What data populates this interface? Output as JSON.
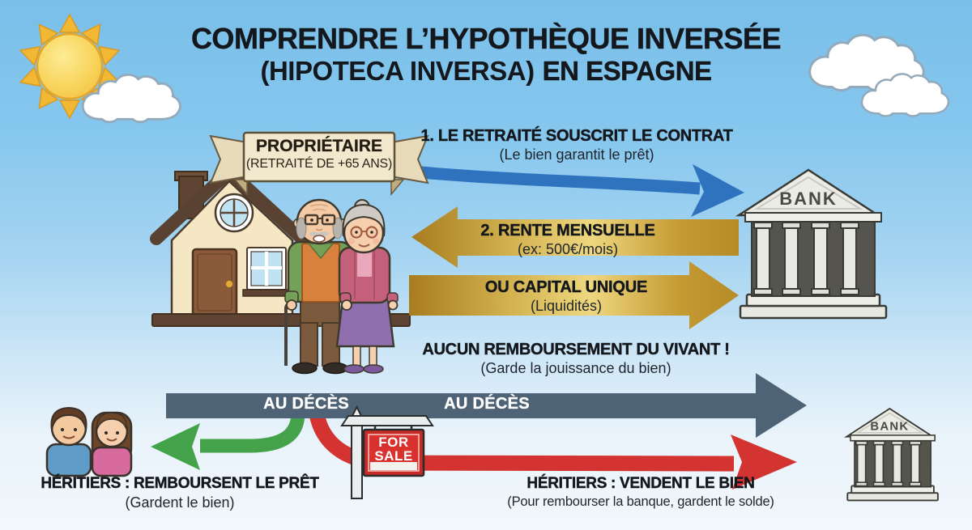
{
  "title": {
    "line1": "COMPRENDRE L’HYPOTHÈQUE INVERSÉE",
    "line2_regular": "(HIPOTECA INVERSA)",
    "line2_bold": "EN ESPAGNE"
  },
  "owner_banner": {
    "title": "PROPRIÉTAIRE",
    "subtitle": "(RETRAITÉ DE +65 ANS)"
  },
  "flow": {
    "step1": {
      "title": "1. LE RETRAITÉ SOUSCRIT LE CONTRAT",
      "subtitle": "(Le bien garantit le prêt)"
    },
    "step2": {
      "title": "2. RENTE MENSUELLE",
      "subtitle": "(ex: 500€/mois)"
    },
    "step2b": {
      "title": "OU CAPITAL UNIQUE",
      "subtitle": "(Liquidités)"
    },
    "step3": {
      "title": "AUCUN REMBOURSEMENT DU VIVANT !",
      "subtitle": "(Garde la jouissance du bien)"
    },
    "death_label_left": "AU DÉCÈS",
    "death_label_right": "AU DÉCÈS"
  },
  "outcomes": {
    "repay": {
      "title": "HÉRITIERS : REMBOURSENT LE PRÊT",
      "subtitle": "(Gardent le bien)"
    },
    "sell": {
      "title": "HÉRITIERS : VENDENT LE BIEN",
      "subtitle": "(Pour rembourser la banque, gardent le solde)"
    }
  },
  "bank_main": {
    "label": "BANK"
  },
  "bank_small": {
    "label": "BANK"
  },
  "sale_sign": {
    "line1": "FOR",
    "line2": "SALE"
  },
  "colors": {
    "sky_top": "#79bfe9",
    "sky_bottom": "#f1f8fc",
    "contract_arrow_blue": "#2f73bf",
    "payment_arrow_gold": "#c9992f",
    "death_arrow_slate": "#4f6377",
    "repay_arrow_green": "#43a24a",
    "sell_arrow_red": "#d43431",
    "banner_cream": "#f2e8cd",
    "sign_red": "#c82a28"
  }
}
